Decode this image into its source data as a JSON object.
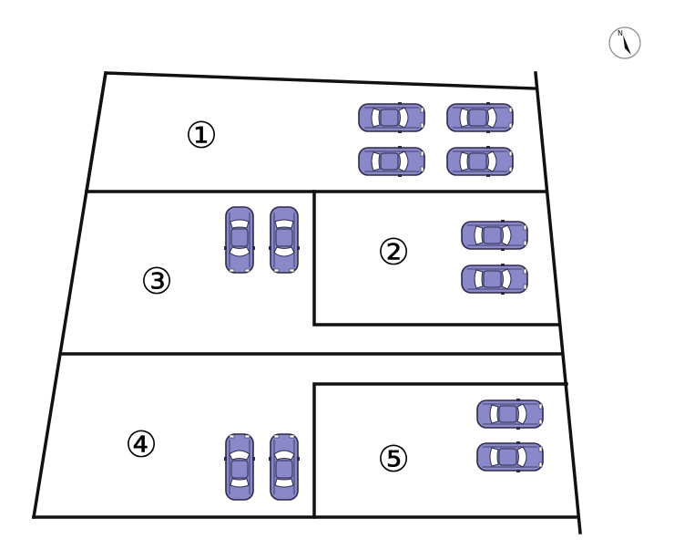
{
  "colors": {
    "line": "#111111",
    "car_body": "#8a88c8",
    "car_outline": "#2b2a4a",
    "car_glass": "#ffffff",
    "background": "#ffffff"
  },
  "compass": {
    "label": "N",
    "icon": "north-arrow-icon"
  },
  "lots": [
    {
      "label": "①",
      "cars": 4
    },
    {
      "label": "②",
      "cars": 2
    },
    {
      "label": "③",
      "cars": 2
    },
    {
      "label": "④",
      "cars": 2
    },
    {
      "label": "⑤",
      "cars": 2
    }
  ]
}
